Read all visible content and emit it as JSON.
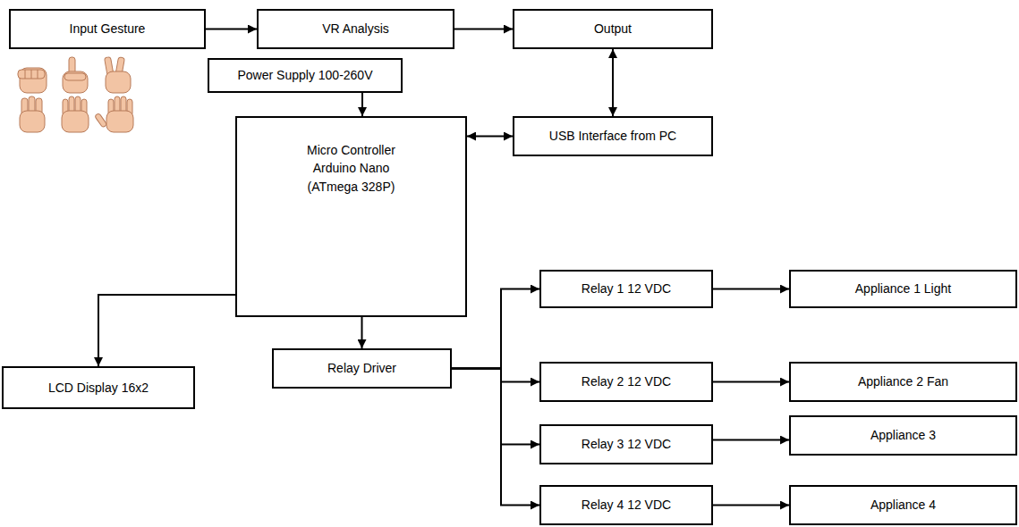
{
  "diagram": {
    "nodes": [
      {
        "text": [
          "Input Gesture"
        ]
      },
      {
        "text": [
          "VR Analysis"
        ]
      },
      {
        "text": [
          "Output"
        ]
      },
      {
        "text": [
          "Power Supply 100-260V"
        ]
      },
      {
        "text": [
          "Micro Controller Arduino Nano (ATmega 328P)"
        ]
      },
      {
        "text": [
          "USB Interface from PC"
        ]
      },
      {
        "text": [
          "Relay 1 12 VDC"
        ]
      },
      {
        "text": [
          "Appliance 1 Light"
        ]
      },
      {
        "text": [
          "LCD Display 16x2"
        ]
      },
      {
        "text": [
          "Relay Driver"
        ]
      },
      {
        "text": [
          "Relay 2 12 VDC"
        ]
      },
      {
        "text": [
          "Appliance 2 Fan"
        ]
      },
      {
        "text": [
          "Relay 3 12 VDC"
        ]
      },
      {
        "text": [
          "Appliance 3"
        ]
      },
      {
        "text": [
          "Relay 4 12 VDC"
        ]
      },
      {
        "text": [
          "Appliance 4"
        ]
      }
    ],
    "edges": [
      {
        "from": 0,
        "to": 1,
        "arrow": "to"
      },
      {
        "from": 1,
        "to": 2,
        "arrow": "to"
      },
      {
        "from": 2,
        "to": 5,
        "arrow": "both"
      },
      {
        "from": 3,
        "to": 4,
        "arrow": "to"
      },
      {
        "from": 5,
        "to": 4,
        "arrow": "both"
      },
      {
        "from": 4,
        "to": 8,
        "arrow": "to"
      },
      {
        "from": 4,
        "to": 9,
        "arrow": "to"
      },
      {
        "from": 9,
        "to": 6,
        "arrow": "to"
      },
      {
        "from": 9,
        "to": 10,
        "arrow": "to"
      },
      {
        "from": 9,
        "to": 12,
        "arrow": "to"
      },
      {
        "from": 9,
        "to": 14,
        "arrow": "to"
      },
      {
        "from": 6,
        "to": 7,
        "arrow": "to"
      },
      {
        "from": 10,
        "to": 11,
        "arrow": "to"
      },
      {
        "from": 12,
        "to": 13,
        "arrow": "to"
      },
      {
        "from": 14,
        "to": 15,
        "arrow": "to"
      }
    ]
  }
}
